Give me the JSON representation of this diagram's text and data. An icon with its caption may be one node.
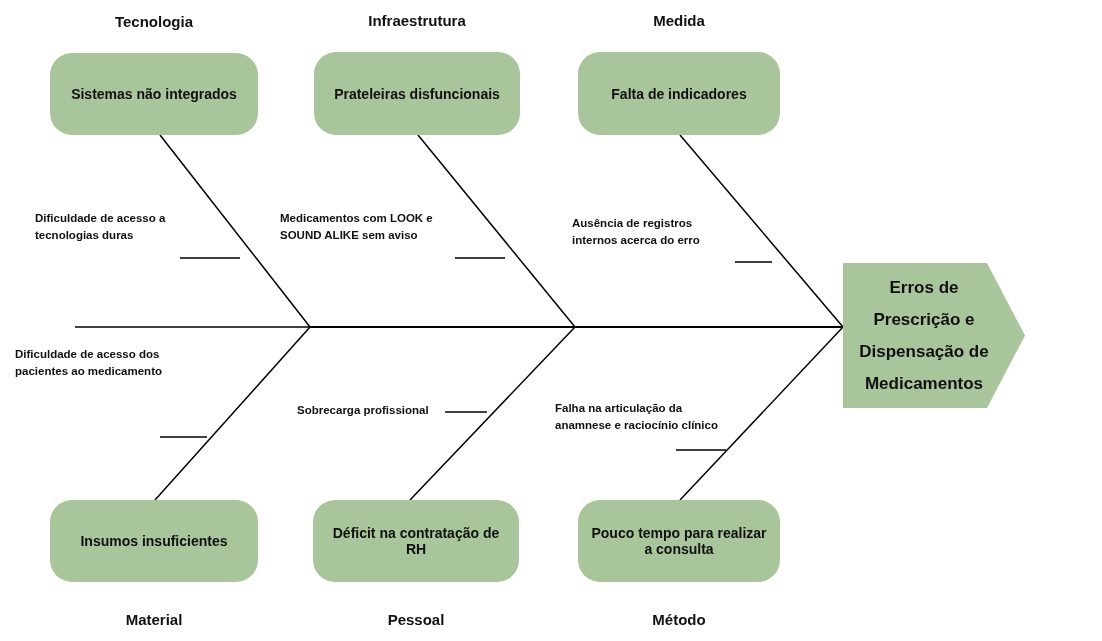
{
  "diagram": {
    "nodes": [
      {
        "text": [
          "Tecnologia",
          "Sistemas não integrados"
        ]
      },
      {
        "text": [
          "Infraestrutura",
          "Prateleiras disfuncionais"
        ]
      },
      {
        "text": [
          "Medida",
          "Falta de indicadores"
        ]
      },
      {
        "text": [
          "Insumos insuficientes",
          "Material"
        ]
      },
      {
        "text": [
          "Déficit na contratação de RH",
          "Pessoal"
        ]
      },
      {
        "text": [
          "Pouco tempo para realizar a consulta",
          "Método"
        ]
      },
      {
        "text": [
          "Erros de Prescrição e Dispensação de Medicamentos"
        ]
      }
    ],
    "edges": [
      {
        "from": 0,
        "to": 6,
        "arrow": "none"
      },
      {
        "from": 1,
        "to": 6,
        "arrow": "none"
      },
      {
        "from": 2,
        "to": 6,
        "arrow": "none"
      },
      {
        "from": 3,
        "to": 6,
        "arrow": "none"
      },
      {
        "from": 4,
        "to": 6,
        "arrow": "none"
      },
      {
        "from": 5,
        "to": 6,
        "arrow": "none"
      }
    ],
    "labels": [
      "Dificuldade de acesso a tecnologias duras",
      "Medicamentos com LOOK e SOUND ALIKE sem aviso",
      "Ausência de registros internos acerca do erro",
      "Dificuldade de acesso dos pacientes ao medicamento",
      "Sobrecarga profissional",
      "Falha na articulação da anamnese e raciocínio clínico"
    ]
  }
}
